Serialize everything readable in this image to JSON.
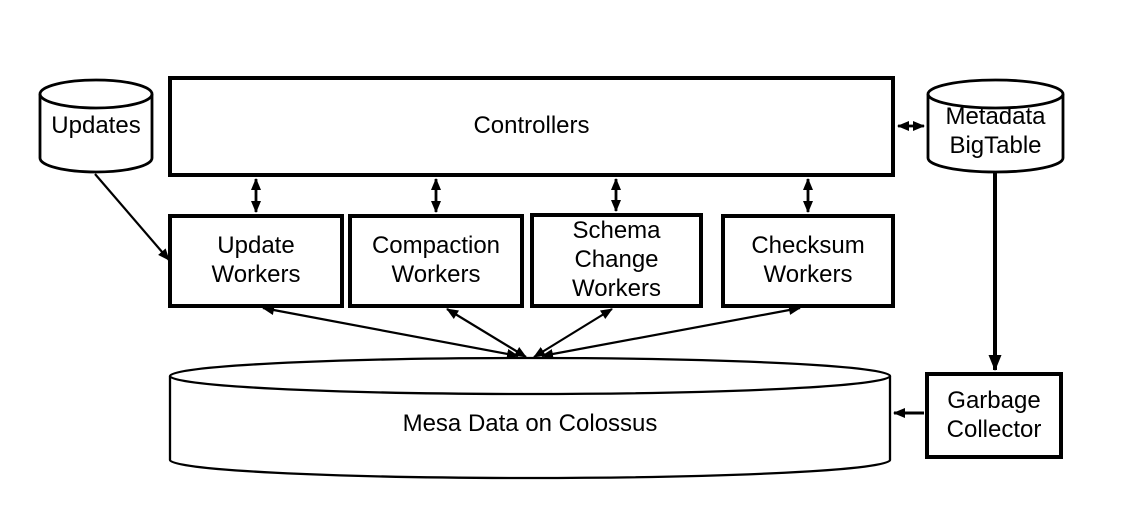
{
  "diagram": {
    "type": "system-architecture",
    "colors": {
      "background": "#ffffff",
      "stroke": "#000000",
      "text": "#000000"
    },
    "nodes": {
      "updates": {
        "label": "Updates",
        "shape": "cylinder"
      },
      "controllers": {
        "label": "Controllers",
        "shape": "rectangle"
      },
      "metadata_bigtable": {
        "label": "Metadata\nBigTable",
        "shape": "cylinder"
      },
      "update_workers": {
        "label": "Update\nWorkers",
        "shape": "rectangle"
      },
      "compaction_workers": {
        "label": "Compaction\nWorkers",
        "shape": "rectangle"
      },
      "schema_change_workers": {
        "label": "Schema\nChange\nWorkers",
        "shape": "rectangle"
      },
      "checksum_workers": {
        "label": "Checksum\nWorkers",
        "shape": "rectangle"
      },
      "mesa_data": {
        "label": "Mesa Data on Colossus",
        "shape": "cylinder"
      },
      "garbage_collector": {
        "label": "Garbage\nCollector",
        "shape": "rectangle"
      }
    },
    "edges": [
      {
        "from": "updates",
        "to": "update_workers",
        "arrows": "single"
      },
      {
        "from": "controllers",
        "to": "update_workers",
        "arrows": "double"
      },
      {
        "from": "controllers",
        "to": "compaction_workers",
        "arrows": "double"
      },
      {
        "from": "controllers",
        "to": "schema_change_workers",
        "arrows": "double"
      },
      {
        "from": "controllers",
        "to": "checksum_workers",
        "arrows": "double"
      },
      {
        "from": "controllers",
        "to": "metadata_bigtable",
        "arrows": "double"
      },
      {
        "from": "update_workers",
        "to": "mesa_data",
        "arrows": "double"
      },
      {
        "from": "compaction_workers",
        "to": "mesa_data",
        "arrows": "double"
      },
      {
        "from": "schema_change_workers",
        "to": "mesa_data",
        "arrows": "double"
      },
      {
        "from": "checksum_workers",
        "to": "mesa_data",
        "arrows": "double"
      },
      {
        "from": "metadata_bigtable",
        "to": "garbage_collector",
        "arrows": "single"
      },
      {
        "from": "garbage_collector",
        "to": "mesa_data",
        "arrows": "single"
      }
    ]
  }
}
